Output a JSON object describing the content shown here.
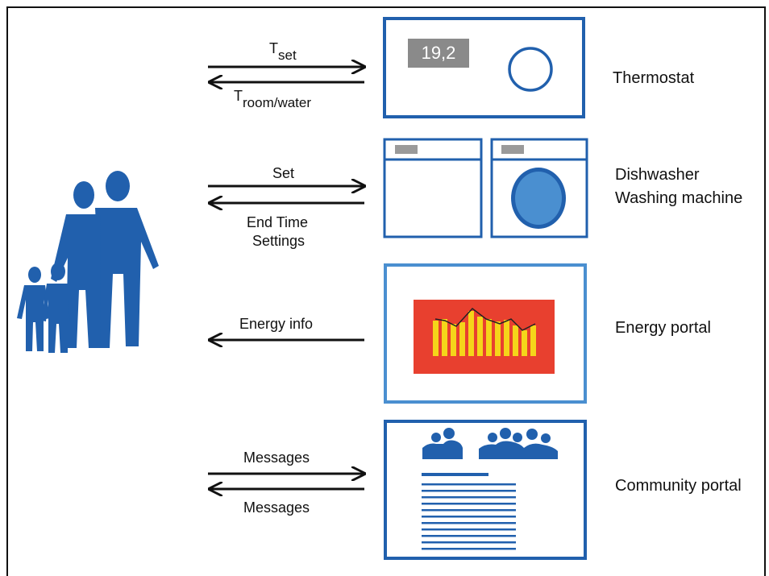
{
  "arrows": {
    "thermostat_top": "T",
    "thermostat_top_sub": "set",
    "thermostat_bottom": "T",
    "thermostat_bottom_sub": "room/water",
    "appliance_top": "Set",
    "appliance_bottom_line1": "End Time",
    "appliance_bottom_line2": "Settings",
    "energy": "Energy info",
    "community_top": "Messages",
    "community_bottom": "Messages"
  },
  "devices": {
    "thermostat": "Thermostat",
    "appliance_line1": "Dishwasher",
    "appliance_line2": "Washing machine",
    "energy_portal": "Energy portal",
    "community_portal": "Community portal"
  },
  "thermostat_display": "19,2",
  "colors": {
    "primary_blue": "#2160ad",
    "light_blue": "#4a8fd0",
    "chart_bg": "#e8402f",
    "chart_bar": "#f5d51a",
    "display_gray": "#8a8a8a"
  }
}
